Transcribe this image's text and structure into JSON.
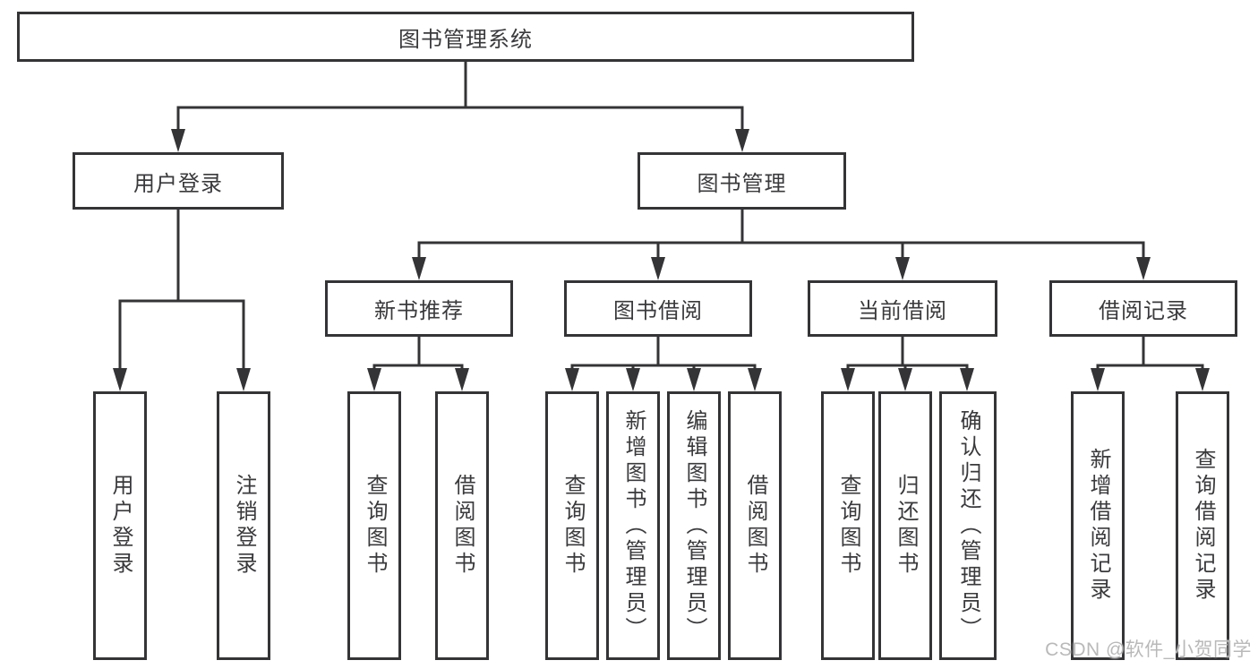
{
  "diagram": {
    "root": "图书管理系统",
    "level1": {
      "user_login": "用户登录",
      "book_management": "图书管理"
    },
    "level2": {
      "new_books": "新书推荐",
      "book_borrow": "图书借阅",
      "current_borrow": "当前借阅",
      "borrow_records": "借阅记录"
    },
    "leaves": {
      "user_login": [
        "用户登录",
        "注销登录"
      ],
      "new_books": [
        "查询图书",
        "借阅图书"
      ],
      "book_borrow": [
        "查询图书",
        "新增图书（管理员）",
        "编辑图书（管理员）",
        "借阅图书"
      ],
      "current_borrow": [
        "查询图书",
        "归还图书",
        "确认归还（管理员）"
      ],
      "borrow_records": [
        "新增借阅记录",
        "查询借阅记录"
      ]
    }
  },
  "watermark": "CSDN @软件_小贺同学",
  "colors": {
    "line": "#343437",
    "text": "#3a3a3d",
    "box_background": "#ffffff",
    "page_background": "#ffffff",
    "watermark": "#b9b9b9"
  }
}
